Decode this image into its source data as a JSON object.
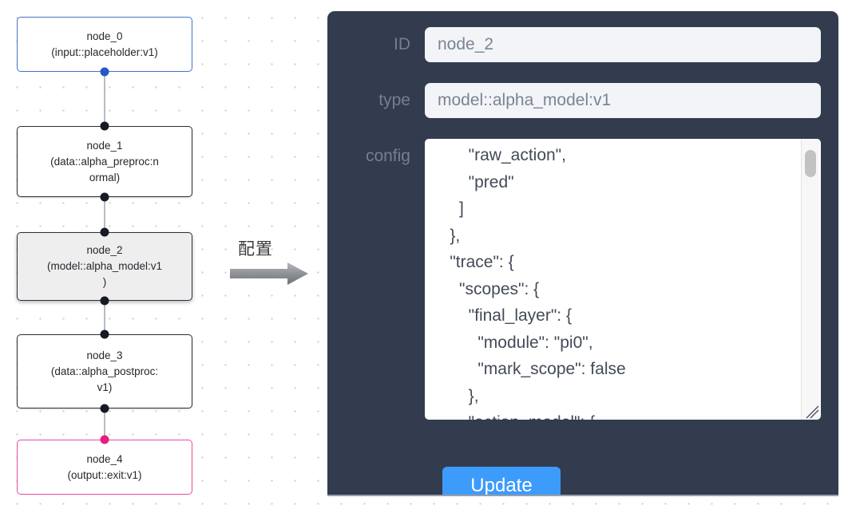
{
  "canvas": {
    "grid": "dot-grid",
    "grid_color": "#c9ccd2"
  },
  "graph": {
    "nodes": [
      {
        "id": "node_0",
        "label": "node_0\n(input::placeholder:v1)",
        "role": "input",
        "border_color": "#4273c8",
        "selected": false,
        "handle_color": "#2558c8"
      },
      {
        "id": "node_1",
        "label": "node_1\n(data::alpha_preproc:n\normal)",
        "role": "data",
        "border_color": "#2b2f3a",
        "selected": false,
        "handle_color": "#171a23"
      },
      {
        "id": "node_2",
        "label": "node_2\n(model::alpha_model:v1\n)",
        "role": "model",
        "border_color": "#2b2f3a",
        "selected": true,
        "handle_color": "#171a23"
      },
      {
        "id": "node_3",
        "label": "node_3\n(data::alpha_postproc:\nv1)",
        "role": "data",
        "border_color": "#2b2f3a",
        "selected": false,
        "handle_color": "#171a23"
      },
      {
        "id": "node_4",
        "label": "node_4\n(output::exit:v1)",
        "role": "output",
        "border_color": "#e84b9e",
        "selected": false,
        "handle_color": "#e81d7e"
      }
    ],
    "edges": [
      {
        "from": "node_0",
        "to": "node_1"
      },
      {
        "from": "node_1",
        "to": "node_2"
      },
      {
        "from": "node_2",
        "to": "node_3"
      },
      {
        "from": "node_3",
        "to": "node_4"
      }
    ]
  },
  "annotation": {
    "arrow_label": "配置",
    "arrow_color": "#7c7f85"
  },
  "panel": {
    "background": "#323c4e",
    "fields": [
      {
        "key": "id",
        "label": "ID",
        "value": "node_2",
        "placeholder": "node_2"
      },
      {
        "key": "type",
        "label": "type",
        "value": "model::alpha_model:v1",
        "placeholder": "model::alpha_model:v1"
      },
      {
        "key": "config",
        "label": "config",
        "value": "        \"raw_action\",\n        \"pred\"\n      ]\n    },\n    \"trace\": {\n      \"scopes\": {\n        \"final_layer\": {\n          \"module\": \"pi0\",\n          \"mark_scope\": false\n        },\n        \"action_model\": {",
        "placeholder": ""
      }
    ],
    "update_label": "Update",
    "update_color": "#3d9bfb",
    "scrollbar": {
      "thumb_color": "#c2c2c2",
      "position": "near-top"
    }
  }
}
